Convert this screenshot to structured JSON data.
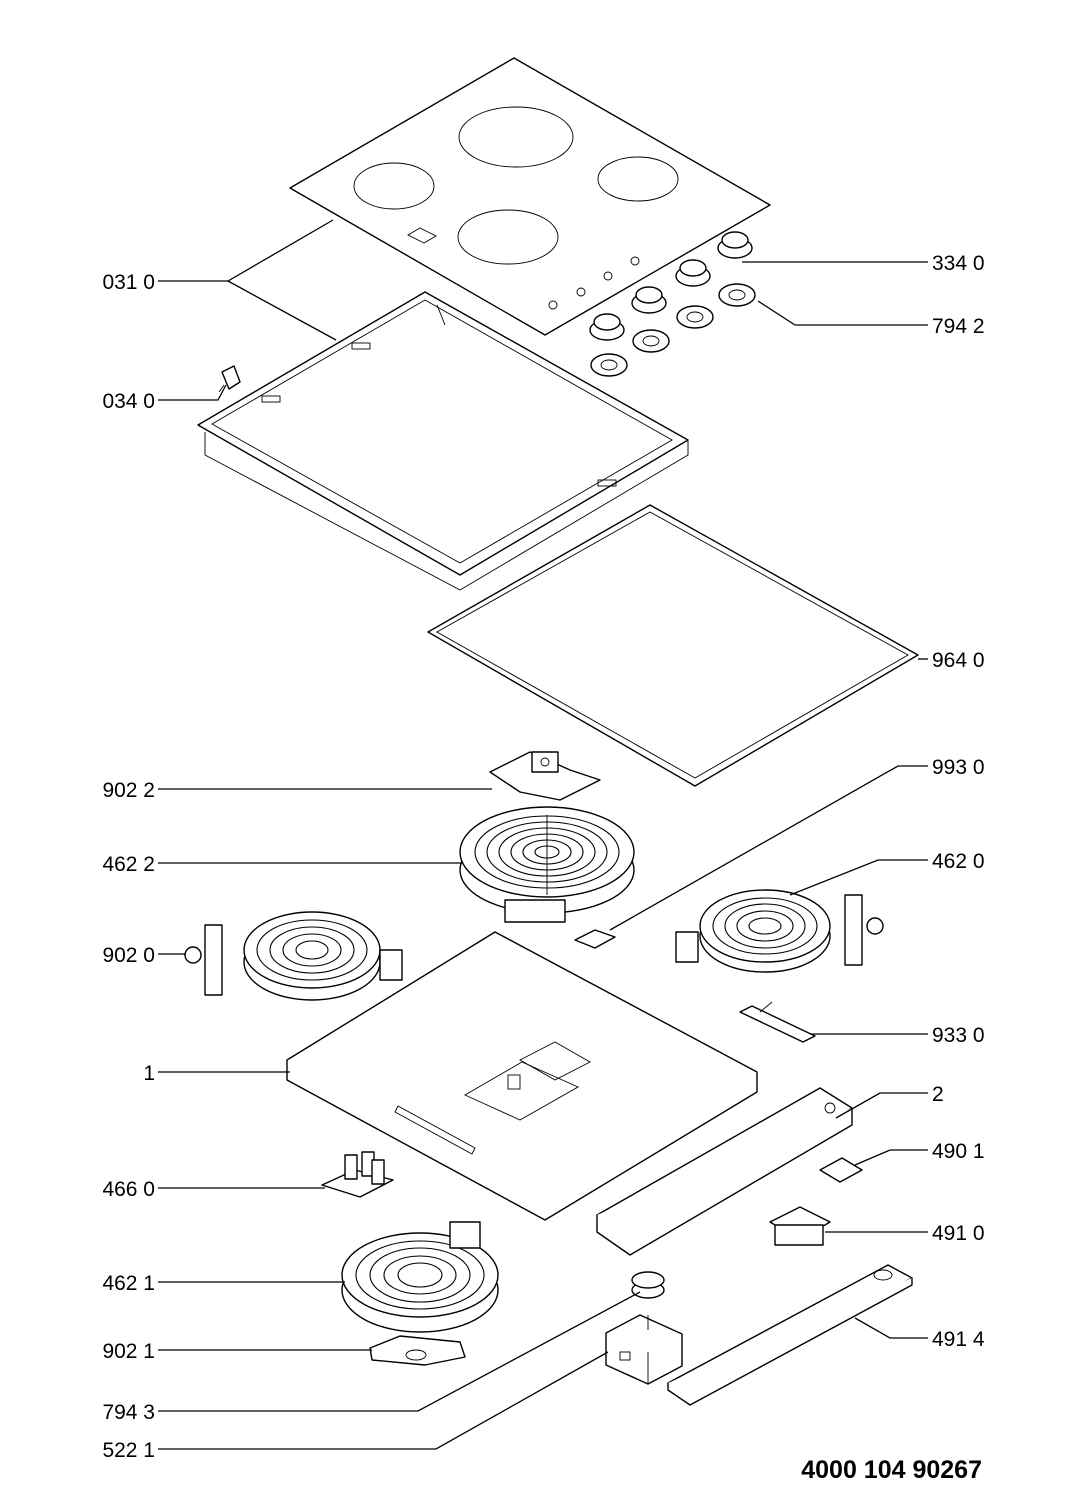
{
  "document_number": "4000 104 90267",
  "callouts": {
    "hob_glass_frame": "031 0",
    "knob": "334 0",
    "knob_ring": "794 2",
    "clip": "034 0",
    "gasket": "964 0",
    "bracket_large": "902 2",
    "heater_large": "462 2",
    "spring_clip": "993 0",
    "heater_right": "462 0",
    "bracket_left": "902 0",
    "bracket_strip": "933 0",
    "housing": "1",
    "terminal_rail": "2",
    "switch": "490 1",
    "terminal_block": "466 0",
    "connector": "491 0",
    "heater_left_bottom": "462 1",
    "cover_strip": "491 4",
    "bracket_small": "902 1",
    "knob_cap": "794 3",
    "energy_regulator": "522 1"
  }
}
